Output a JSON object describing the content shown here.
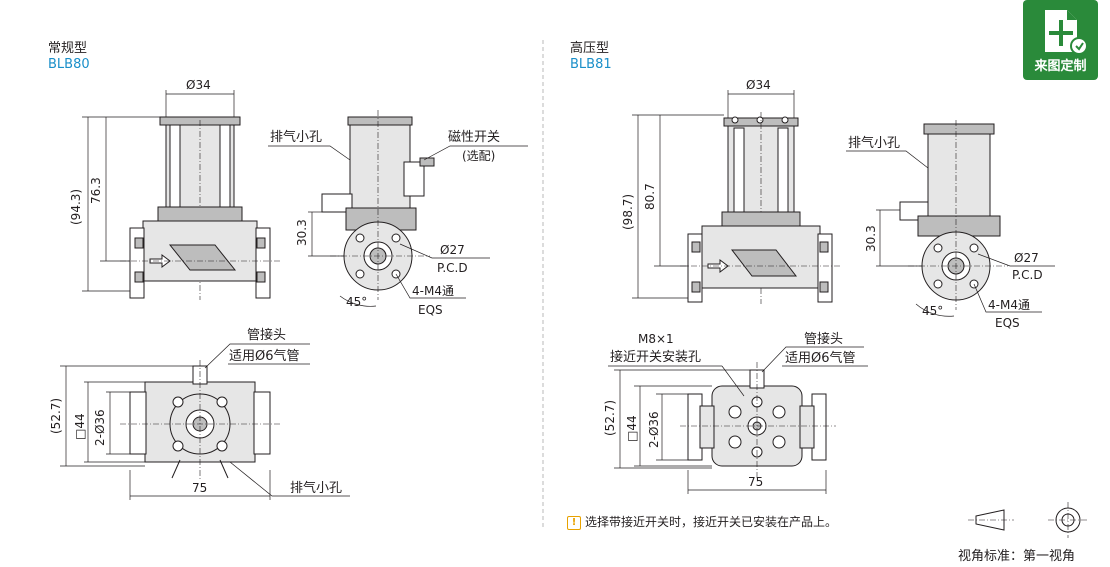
{
  "left": {
    "type_label": "常规型",
    "model": "BLB80",
    "dims": {
      "top_width": "Ø34",
      "total_height": "(94.3)",
      "body_height": "76.3",
      "port_height": "30.3",
      "pcd": "Ø27",
      "pcd_label": "P.C.D",
      "angle": "45°",
      "thread": "4-M4通",
      "eqs": "EQS",
      "height_front": "(52.7)",
      "square": "□44",
      "holes": "2-Ø36",
      "length": "75"
    },
    "callouts": {
      "vent_hole": "排气小孔",
      "magnetic_switch": "磁性开关",
      "optional": "(选配)",
      "fitting": "管接头",
      "fitting_tube": "适用Ø6气管",
      "vent_hole_bottom": "排气小孔"
    }
  },
  "right": {
    "type_label": "高压型",
    "model": "BLB81",
    "dims": {
      "top_width": "Ø34",
      "total_height": "(98.7)",
      "body_height": "80.7",
      "port_height": "30.3",
      "pcd": "Ø27",
      "pcd_label": "P.C.D",
      "angle": "45°",
      "thread": "4-M4通",
      "eqs": "EQS",
      "height_front": "(52.7)",
      "square": "□44",
      "holes": "2-Ø36",
      "length": "75"
    },
    "callouts": {
      "vent_hole": "排气小孔",
      "m8": "M8×1",
      "proximity_hole": "接近开关安装孔",
      "fitting": "管接头",
      "fitting_tube": "适用Ø6气管"
    }
  },
  "note": "选择带接近开关时，接近开关已安装在产品上。",
  "projection_label": "视角标准：第一视角",
  "badge_label": "来图定制",
  "colors": {
    "model_blue": "#1a8fc9",
    "badge_green": "#2a8a3a",
    "note_orange": "#e8a200"
  }
}
